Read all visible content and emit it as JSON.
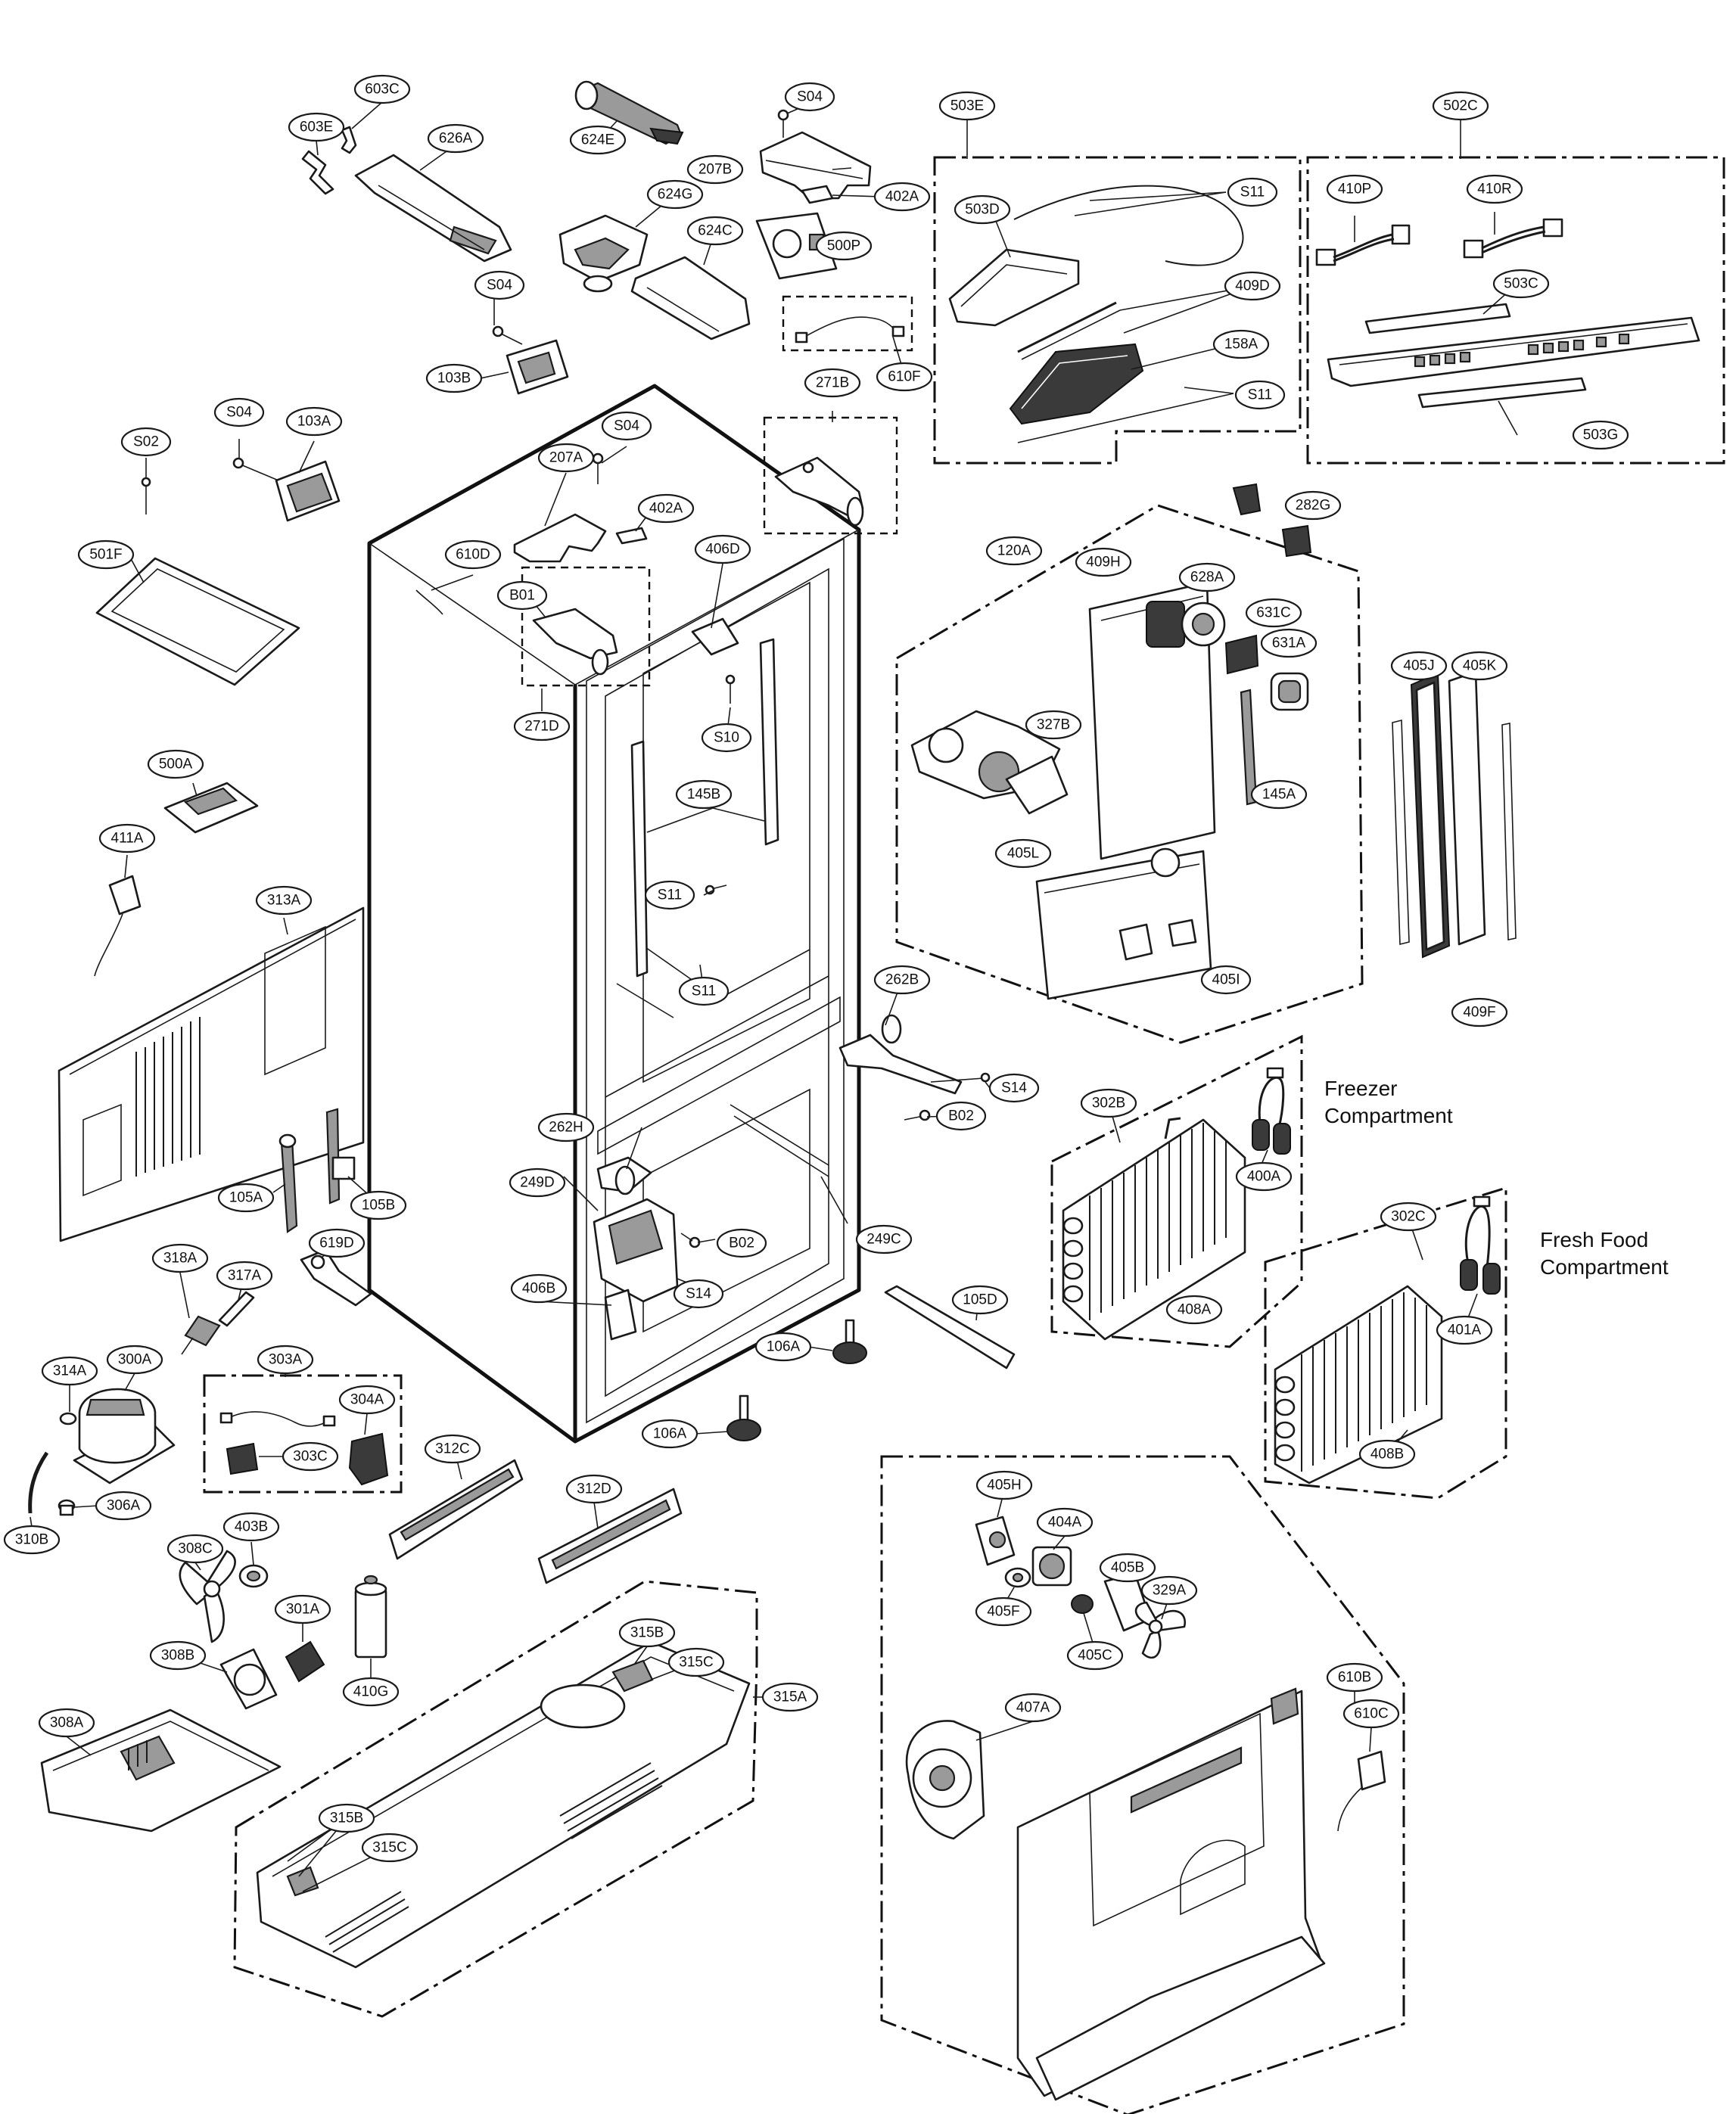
{
  "section_labels": {
    "freezer_line1": "Freezer",
    "freezer_line2": "Compartment",
    "fresh_line1": "Fresh Food",
    "fresh_line2": "Compartment"
  },
  "callouts": {
    "c603E": "603E",
    "c603C": "603C",
    "c626A": "626A",
    "c624E": "624E",
    "cS04a": "S04",
    "c207B": "207B",
    "c402A": "402A",
    "c624G": "624G",
    "c624C": "624C",
    "c500P": "500P",
    "c503E": "503E",
    "c503D": "503D",
    "cS11a": "S11",
    "c409D": "409D",
    "c158A": "158A",
    "cS11b": "S11",
    "c502C": "502C",
    "c410P": "410P",
    "c410R": "410R",
    "c503C": "503C",
    "c503G": "503G",
    "c610F": "610F",
    "cS04b": "S04",
    "c103B": "103B",
    "c271B": "271B",
    "cS04c": "S04",
    "c103A": "103A",
    "cS02": "S02",
    "c501F": "501F",
    "cS04d": "S04",
    "c207A": "207A",
    "c402A2": "402A",
    "c610D": "610D",
    "cB01": "B01",
    "c406D": "406D",
    "c271D": "271D",
    "c282G": "282G",
    "c120A": "120A",
    "c409H": "409H",
    "c628A": "628A",
    "c631C": "631C",
    "c631A": "631A",
    "c405J": "405J",
    "c405K": "405K",
    "cS10": "S10",
    "c327B": "327B",
    "c145A": "145A",
    "c405L": "405L",
    "c405I": "405I",
    "c409F": "409F",
    "c500A": "500A",
    "c145B": "145B",
    "c411A": "411A",
    "c313A": "313A",
    "cS11c": "S11",
    "cS11d": "S11",
    "c262B": "262B",
    "cS14a": "S14",
    "cB02a": "B02",
    "c302B": "302B",
    "c400A": "400A",
    "c262H": "262H",
    "c249D": "249D",
    "cB02b": "B02",
    "c249C": "249C",
    "c105A": "105A",
    "c105B": "105B",
    "c619D": "619D",
    "c318A": "318A",
    "c317A": "317A",
    "c406B": "406B",
    "cS14b": "S14",
    "c302C": "302C",
    "c401A": "401A",
    "c408A": "408A",
    "c105D": "105D",
    "c106A": "106A",
    "c303A": "303A",
    "c314A": "314A",
    "c300A": "300A",
    "c304A": "304A",
    "c303C": "303C",
    "c306A": "306A",
    "c106A2": "106A",
    "c408B": "408B",
    "c312C": "312C",
    "c310B": "310B",
    "c312D": "312D",
    "c308C": "308C",
    "c403B": "403B",
    "c405H": "405H",
    "c404A": "404A",
    "c405F": "405F",
    "c405B": "405B",
    "c329A": "329A",
    "c405C": "405C",
    "c301A": "301A",
    "c308B": "308B",
    "c410G": "410G",
    "c315B": "315B",
    "c315C": "315C",
    "c315A": "315A",
    "c610B": "610B",
    "c610C": "610C",
    "c407A": "407A",
    "c308A": "308A",
    "c315B2": "315B",
    "c315C2": "315C"
  }
}
